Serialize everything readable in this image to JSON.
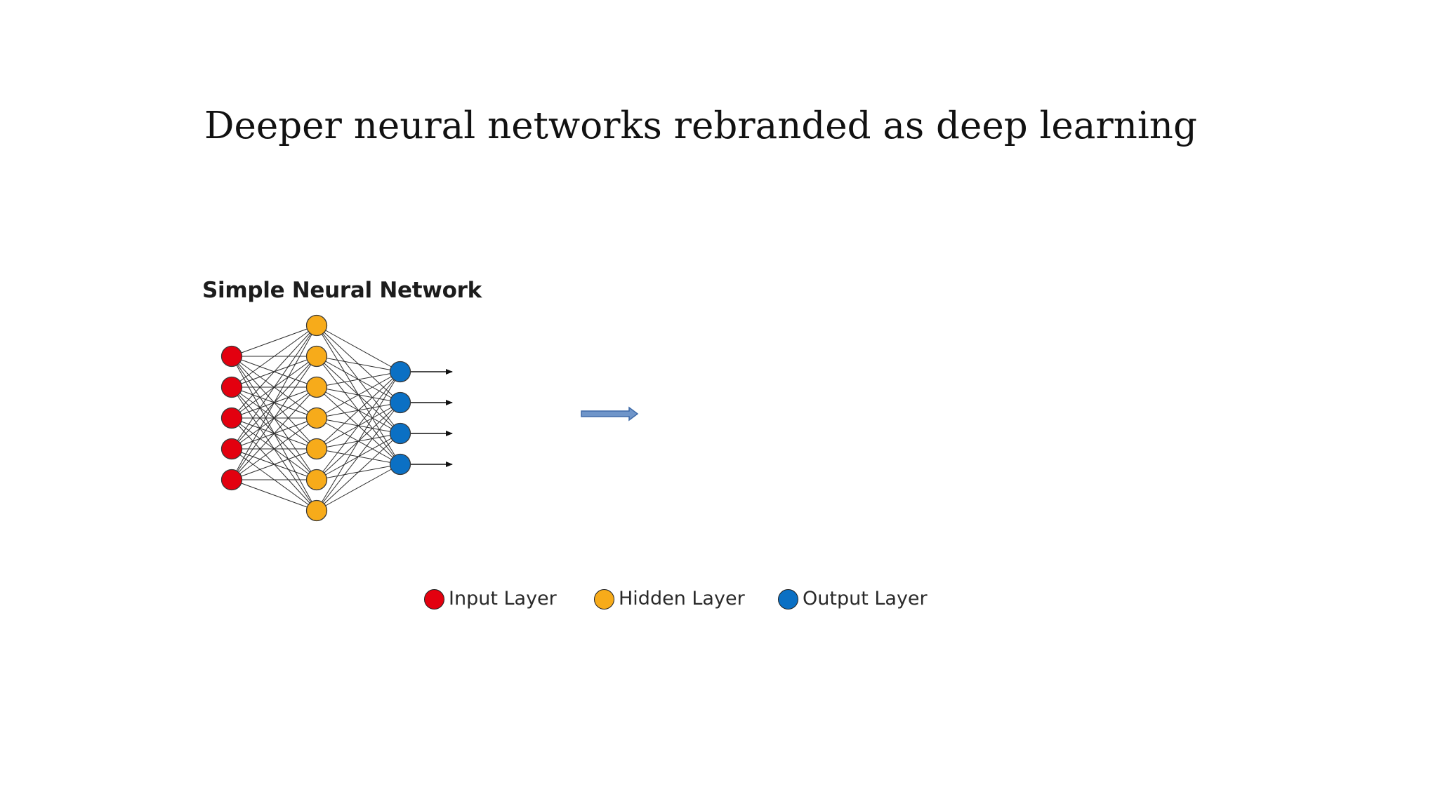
{
  "slide": {
    "title": "Deeper neural networks rebranded as deep learning"
  },
  "diagram": {
    "title": "Simple Neural Network",
    "layers": {
      "input": {
        "nodes": 5,
        "color": "#e3000f"
      },
      "hidden": {
        "nodes": 7,
        "color": "#f7ab1a"
      },
      "output": {
        "nodes": 4,
        "color": "#0b70c4"
      }
    },
    "arrow_color": "#6f95c9"
  },
  "legend": {
    "items": [
      {
        "label": "Input Layer",
        "color": "#e3000f"
      },
      {
        "label": "Hidden Layer",
        "color": "#f7ab1a"
      },
      {
        "label": "Output Layer",
        "color": "#0b70c4"
      }
    ]
  }
}
